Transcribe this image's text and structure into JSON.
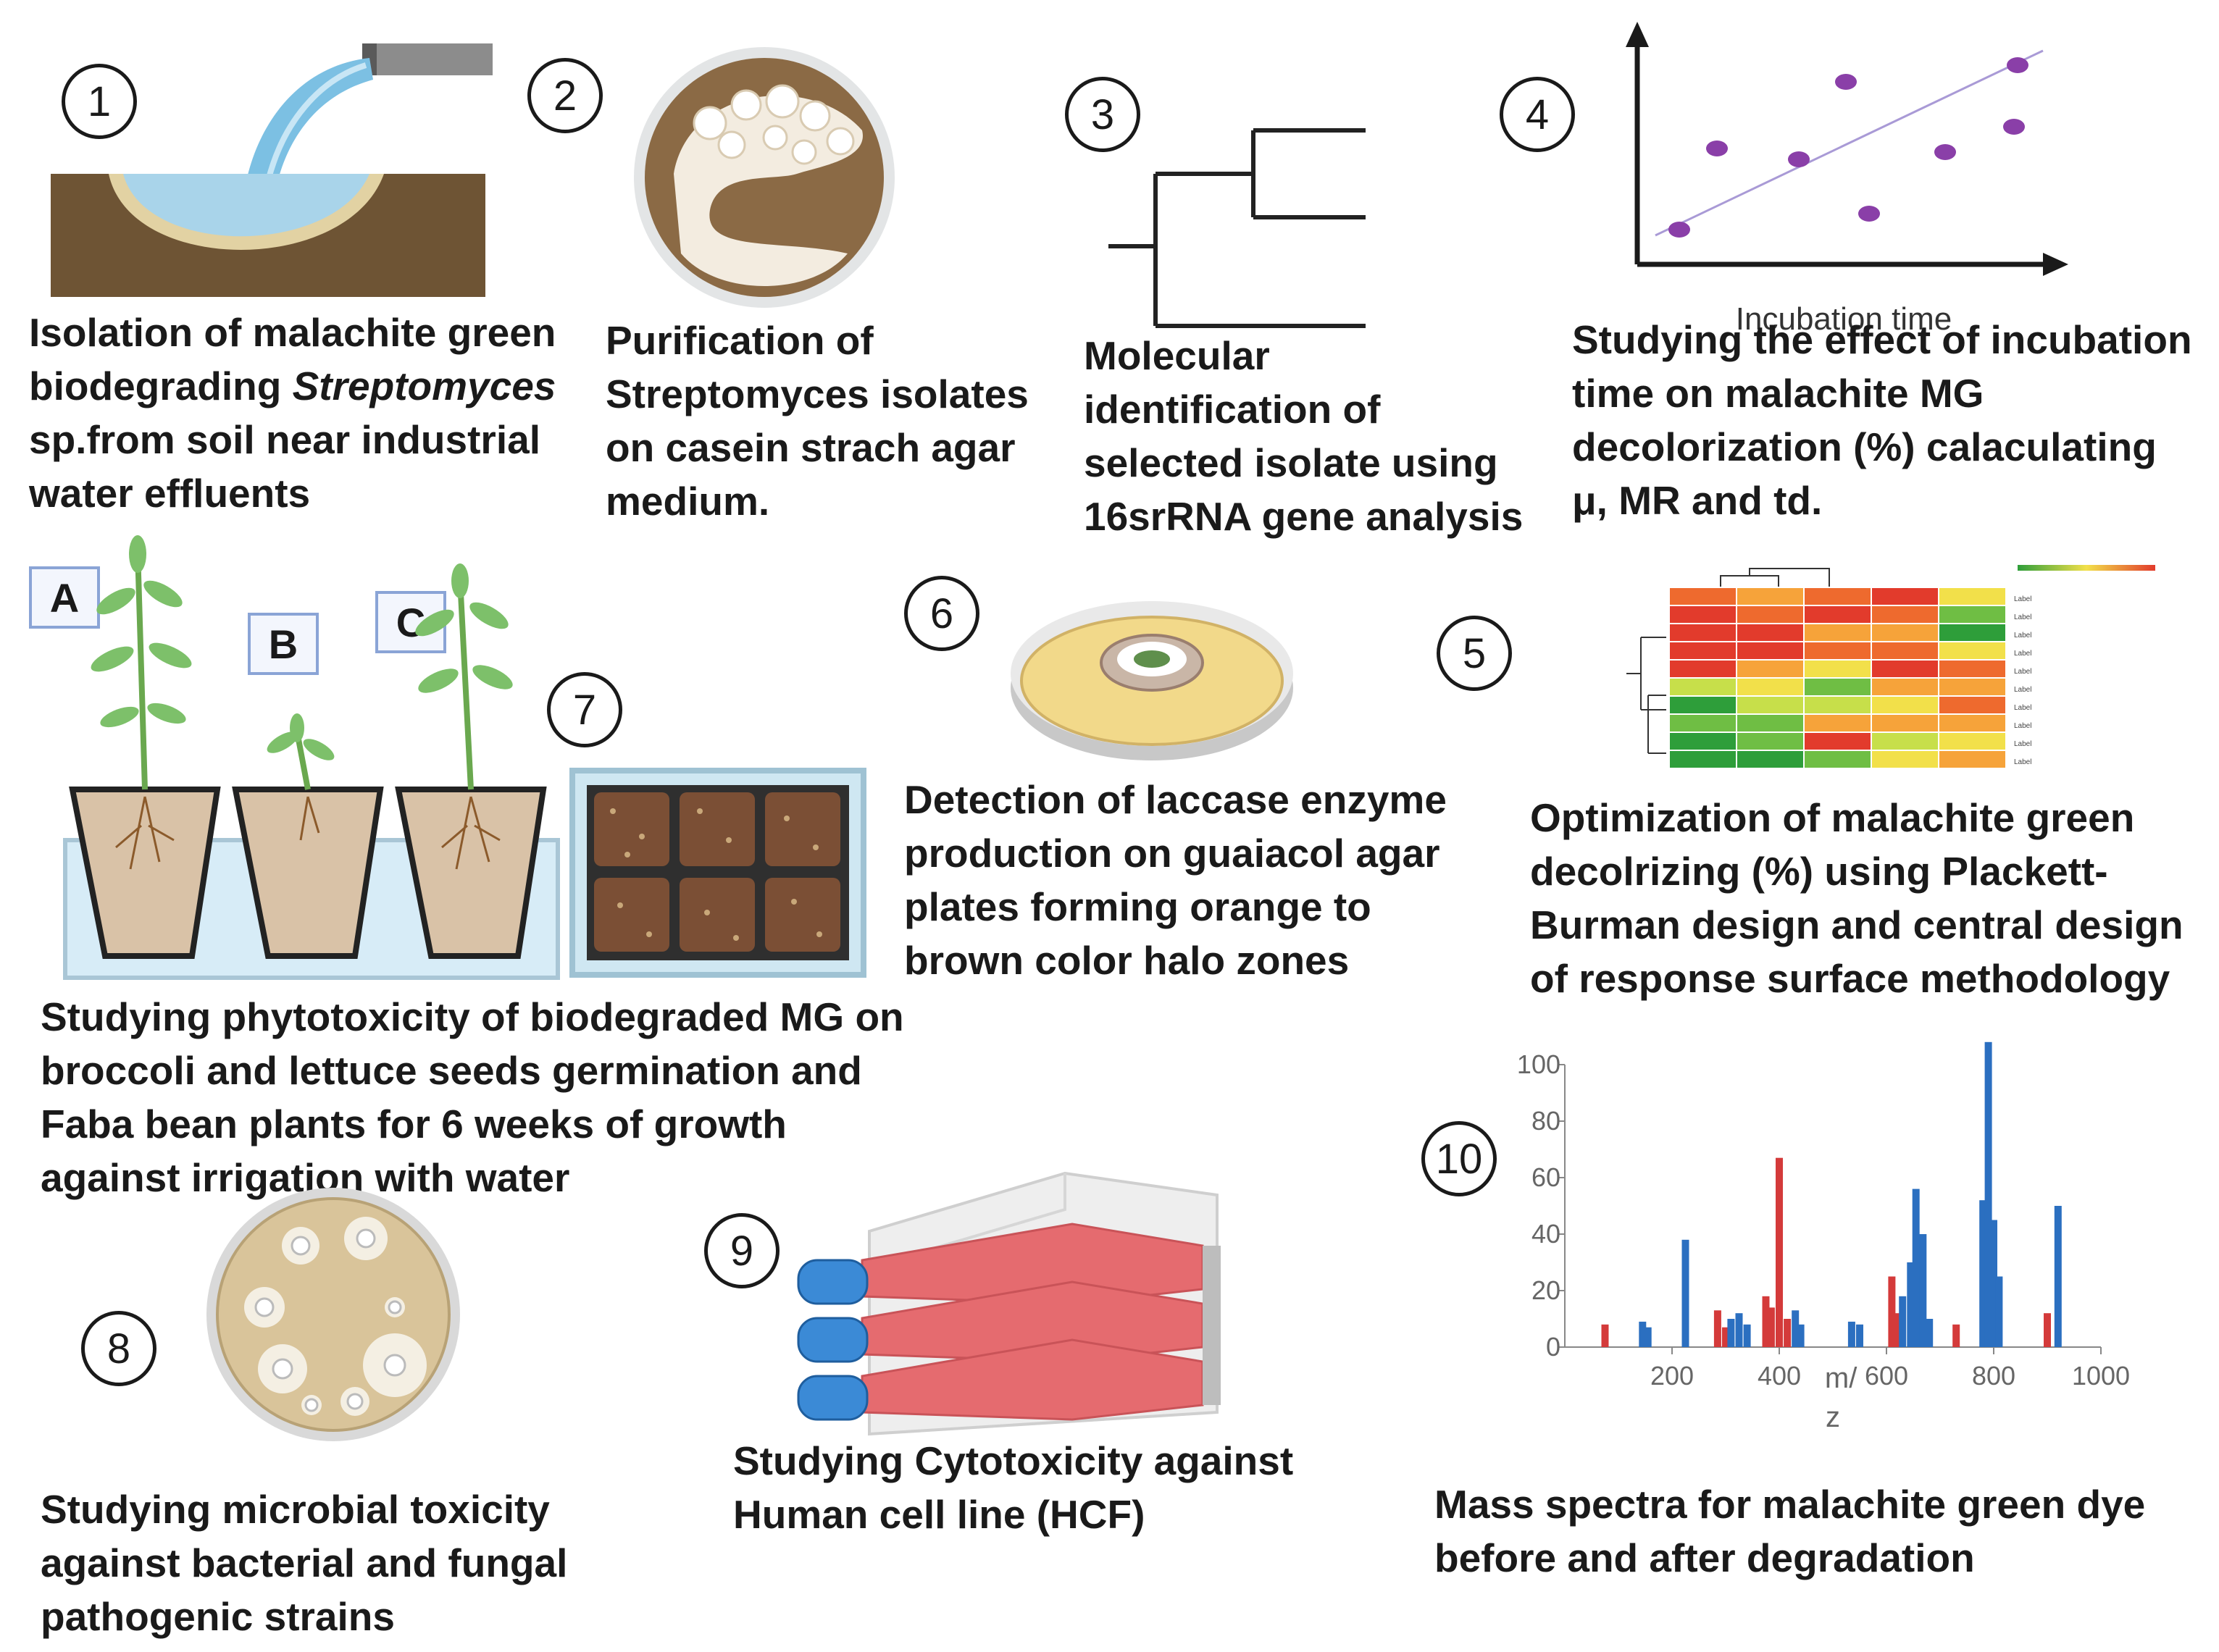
{
  "steps": [
    {
      "n": "1",
      "caption_lines": [
        "Isolation of malachite green",
        "biodegrading ",
        "Streptomyces",
        "sp.from soil near  industrial",
        "water effluents"
      ]
    },
    {
      "n": "2",
      "caption_lines": [
        "Purification of",
        "Streptomyces isolates",
        "on casein strach agar",
        "medium."
      ]
    },
    {
      "n": "3",
      "caption_lines": [
        "Molecular",
        "identification of",
        "selected isolate using",
        "16srRNA gene analysis"
      ]
    },
    {
      "n": "4",
      "caption_lines": [
        "Studying the effect of incubation",
        "time on malachite MG",
        "decolorization (%) calaculating",
        "μ, MR and td."
      ],
      "axis_label": "Incubation time"
    },
    {
      "n": "5",
      "caption_lines": [
        "Optimization of malachite green",
        "decolrizing (%) using Plackett-",
        "Burman design and central  design",
        "of response surface methodology"
      ]
    },
    {
      "n": "6",
      "caption_lines": [
        "Detection of laccase enzyme",
        "production on guaiacol agar",
        "plates forming orange  to",
        "brown color halo zones"
      ]
    },
    {
      "n": "7",
      "caption_lines": [
        "Studying phytotoxicity of biodegraded MG on",
        "broccoli and lettuce seeds germination and",
        "Faba bean plants for 6 weeks of growth",
        "against irrigation with water"
      ],
      "plant_tags": [
        "A",
        "B",
        "C"
      ]
    },
    {
      "n": "8",
      "caption_lines": [
        "Studying microbial toxicity",
        "against bacterial and fungal",
        "pathogenic strains"
      ]
    },
    {
      "n": "9",
      "caption_lines": [
        "Studying Cytotoxicity against",
        "Human cell line (HCF)"
      ]
    },
    {
      "n": "10",
      "caption_lines": [
        "Mass spectra  for malachite green dye",
        "before and after degradation"
      ]
    }
  ],
  "chart_data": {
    "type": "bar",
    "title": "",
    "xlabel": "m/z",
    "xlabel_top": "m/",
    "xlabel_bottom": "z",
    "ylabel": "",
    "xlim": [
      0,
      1000
    ],
    "ylim": [
      0,
      100
    ],
    "xticks": [
      "200",
      "400",
      "600",
      "800",
      "1000"
    ],
    "yticks": [
      "0",
      "20",
      "40",
      "60",
      "80",
      "100"
    ],
    "series": [
      {
        "color": "#d43a3a",
        "bars": [
          {
            "x": 75,
            "y": 8
          },
          {
            "x": 285,
            "y": 13
          },
          {
            "x": 300,
            "y": 7
          },
          {
            "x": 375,
            "y": 18
          },
          {
            "x": 385,
            "y": 14
          },
          {
            "x": 400,
            "y": 67
          },
          {
            "x": 415,
            "y": 10
          },
          {
            "x": 610,
            "y": 25
          },
          {
            "x": 620,
            "y": 12
          },
          {
            "x": 730,
            "y": 8
          },
          {
            "x": 900,
            "y": 12
          }
        ]
      },
      {
        "color": "#2b6fc0",
        "bars": [
          {
            "x": 145,
            "y": 9
          },
          {
            "x": 155,
            "y": 7
          },
          {
            "x": 225,
            "y": 38
          },
          {
            "x": 310,
            "y": 10
          },
          {
            "x": 325,
            "y": 12
          },
          {
            "x": 340,
            "y": 8
          },
          {
            "x": 430,
            "y": 13
          },
          {
            "x": 440,
            "y": 8
          },
          {
            "x": 535,
            "y": 9
          },
          {
            "x": 550,
            "y": 8
          },
          {
            "x": 630,
            "y": 18
          },
          {
            "x": 645,
            "y": 30
          },
          {
            "x": 655,
            "y": 56
          },
          {
            "x": 668,
            "y": 40
          },
          {
            "x": 680,
            "y": 10
          },
          {
            "x": 780,
            "y": 52
          },
          {
            "x": 790,
            "y": 108
          },
          {
            "x": 800,
            "y": 45
          },
          {
            "x": 810,
            "y": 25
          },
          {
            "x": 920,
            "y": 50
          }
        ]
      }
    ]
  },
  "colors": {
    "soil": "#6e5434",
    "water": "#a9d4ea",
    "heatmap_green": "#2e9e3a",
    "heatmap_red": "#e23b2c",
    "flask": "#e56b6f",
    "cap": "#3b8ad6",
    "agar": "#f2d98a"
  }
}
